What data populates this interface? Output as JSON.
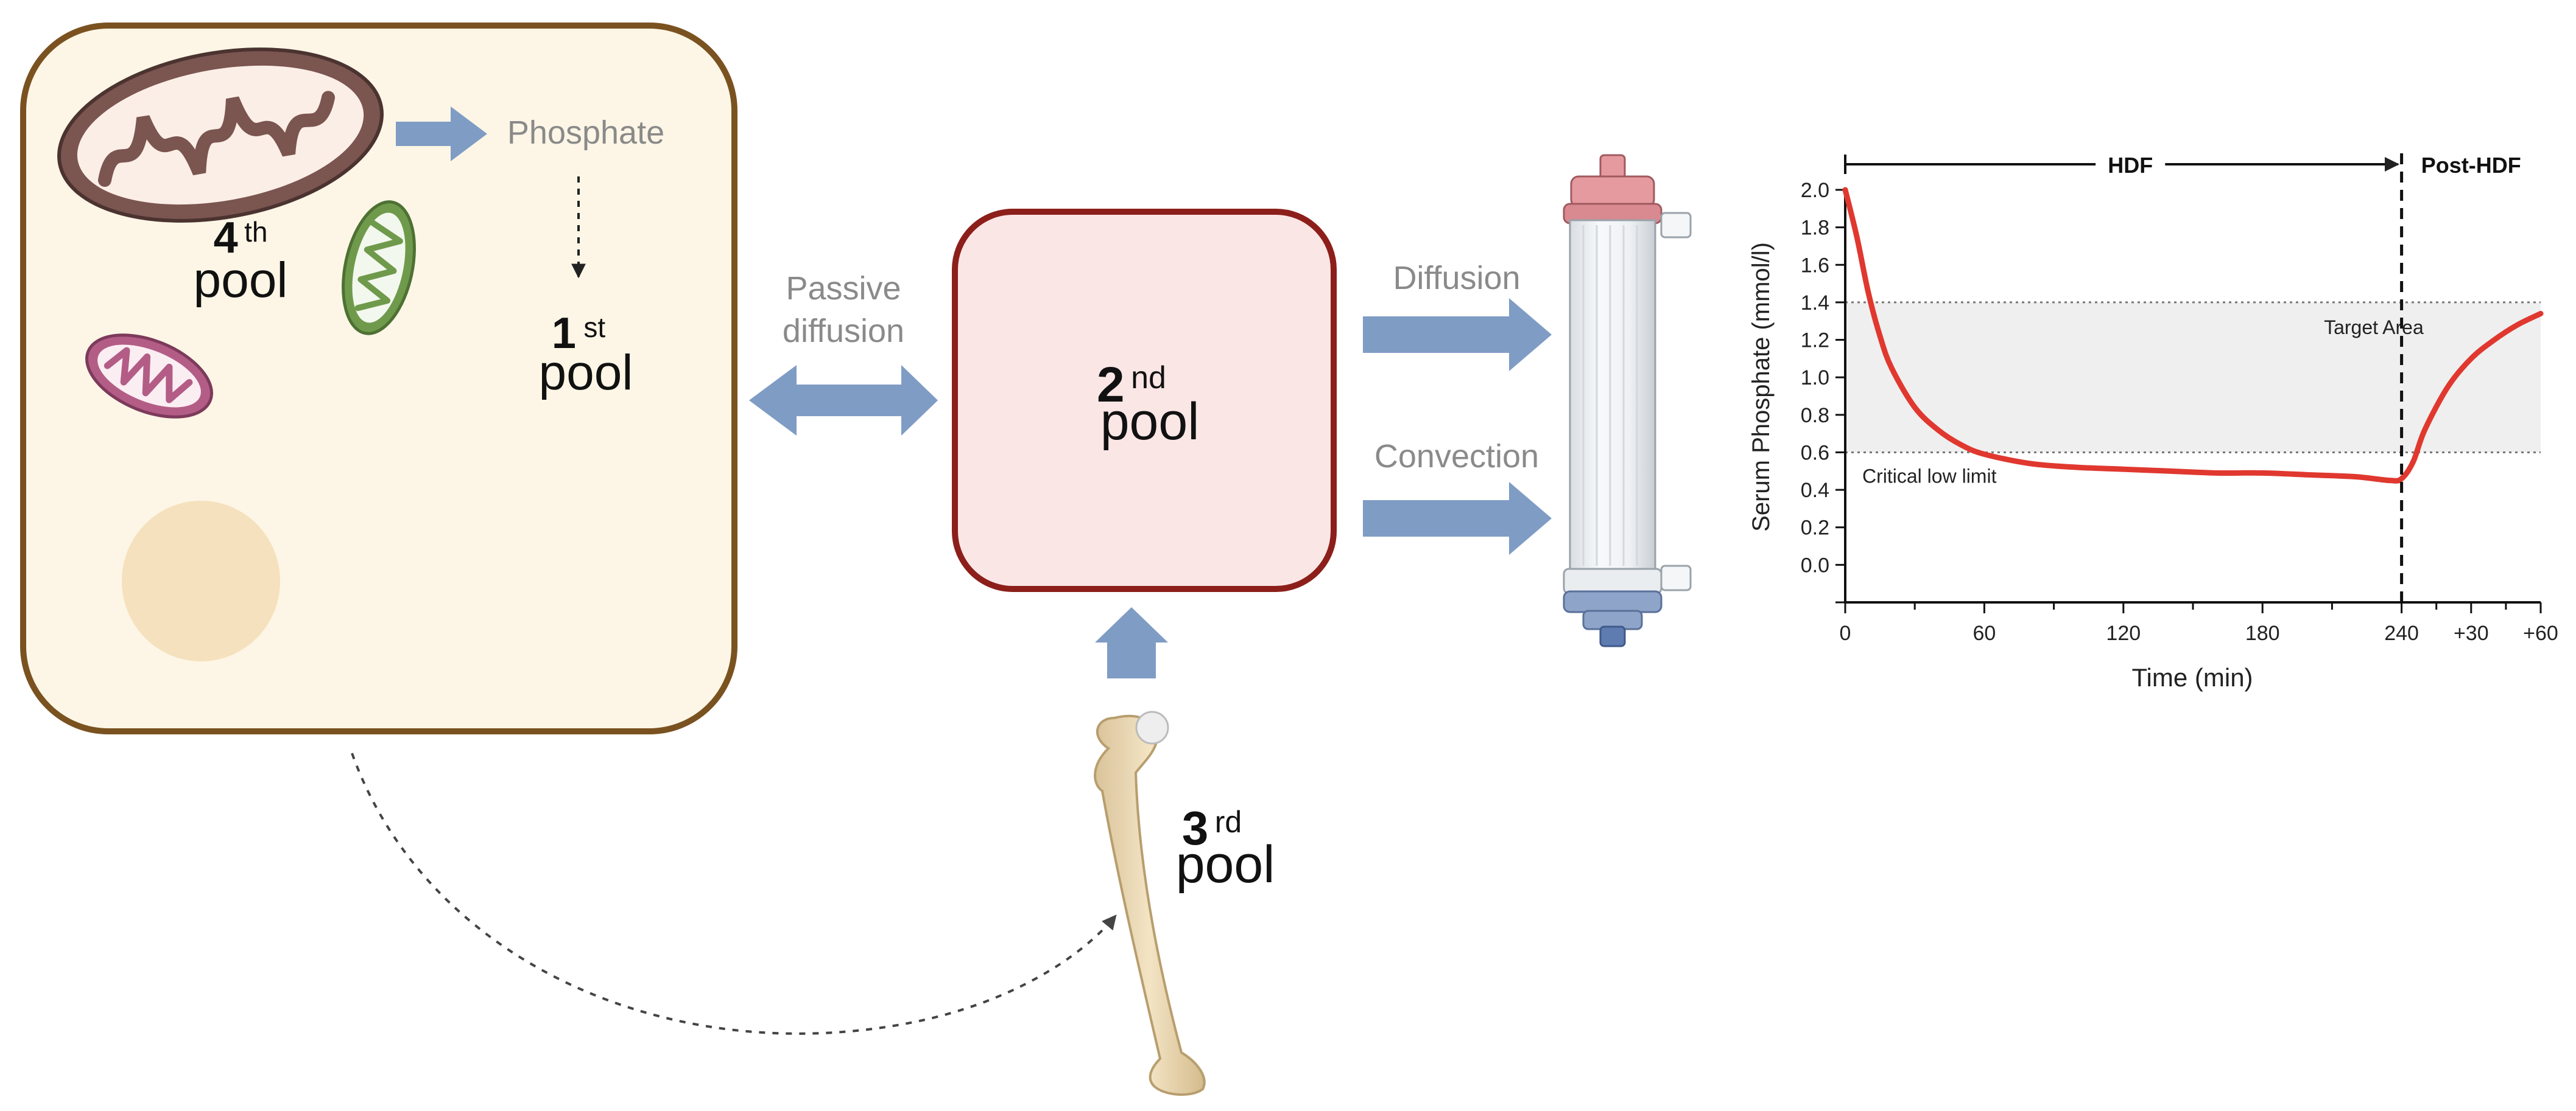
{
  "cell": {
    "phosphate_label": "Phosphate",
    "pool4": {
      "number": "4",
      "suffix": "th",
      "word": "pool"
    },
    "pool1": {
      "number": "1",
      "suffix": "st",
      "word": "pool"
    }
  },
  "arrows": {
    "passive_line1": "Passive",
    "passive_line2": "diffusion",
    "diffusion": "Diffusion",
    "convection": "Convection"
  },
  "pool2": {
    "number": "2",
    "suffix": "nd",
    "word": "pool"
  },
  "pool3": {
    "number": "3",
    "suffix": "rd",
    "word": "pool"
  },
  "colors": {
    "cell_border": "#7a5220",
    "cell_fill": "#fdf6e6",
    "pool2_border": "#8c1f1a",
    "pool2_fill": "#fbe6e6",
    "arrow_blue": "#7f9cc4",
    "mito_brown": "#7b5550",
    "mito_pink": "#b35d86",
    "mito_green": "#6f9a4c",
    "curve_red": "#e0382f",
    "target_band": "#efefef"
  },
  "chart_data": {
    "type": "line",
    "title": "",
    "xlabel": "Time (min)",
    "ylabel": "Serum Phosphate (mmol/l)",
    "x_tick_labels": [
      "0",
      "60",
      "120",
      "180",
      "240",
      "+30",
      "+60"
    ],
    "y_tick_labels": [
      "0.0",
      "0.2",
      "0.4",
      "0.6",
      "0.8",
      "1.0",
      "1.2",
      "1.4",
      "1.6",
      "1.8",
      "2.0"
    ],
    "xlim": [
      0,
      300
    ],
    "ylim": [
      -0.2,
      2.0
    ],
    "phases": [
      {
        "label": "HDF",
        "from": 0,
        "to": 240
      },
      {
        "label": "Post-HDF",
        "from": 240,
        "to": 300
      }
    ],
    "divider_x": 240,
    "band": {
      "from": 0.6,
      "to": 1.4,
      "label": "Target Area"
    },
    "reference_lines": [
      {
        "y": 1.4
      },
      {
        "y": 0.6,
        "label": "Critical low limit"
      }
    ],
    "series": [
      {
        "x": [
          0,
          5,
          10,
          15,
          20,
          30,
          40,
          50,
          60,
          80,
          100,
          120,
          140,
          160,
          180,
          200,
          220,
          235,
          240,
          245,
          250,
          260,
          270,
          280,
          290,
          300
        ],
        "y": [
          2.0,
          1.75,
          1.45,
          1.22,
          1.05,
          0.84,
          0.72,
          0.64,
          0.59,
          0.54,
          0.52,
          0.51,
          0.5,
          0.49,
          0.49,
          0.48,
          0.47,
          0.45,
          0.46,
          0.55,
          0.72,
          0.95,
          1.1,
          1.2,
          1.28,
          1.34
        ]
      }
    ]
  }
}
